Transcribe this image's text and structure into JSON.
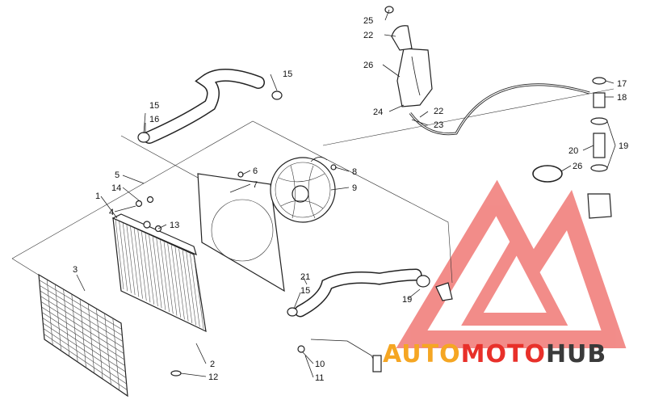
{
  "diagram": {
    "callouts": [
      {
        "id": "c25",
        "label": "25"
      },
      {
        "id": "c22a",
        "label": "22"
      },
      {
        "id": "c26a",
        "label": "26"
      },
      {
        "id": "c24",
        "label": "24"
      },
      {
        "id": "c22b",
        "label": "22"
      },
      {
        "id": "c23",
        "label": "23"
      },
      {
        "id": "c17",
        "label": "17"
      },
      {
        "id": "c18",
        "label": "18"
      },
      {
        "id": "c20",
        "label": "20"
      },
      {
        "id": "c19a",
        "label": "19"
      },
      {
        "id": "c26b",
        "label": "26"
      },
      {
        "id": "c15a",
        "label": "15"
      },
      {
        "id": "c15b",
        "label": "15"
      },
      {
        "id": "c16",
        "label": "16"
      },
      {
        "id": "c5",
        "label": "5"
      },
      {
        "id": "c14",
        "label": "14"
      },
      {
        "id": "c1",
        "label": "1"
      },
      {
        "id": "c4",
        "label": "4"
      },
      {
        "id": "c13",
        "label": "13"
      },
      {
        "id": "c6",
        "label": "6"
      },
      {
        "id": "c7",
        "label": "7"
      },
      {
        "id": "c8",
        "label": "8"
      },
      {
        "id": "c9",
        "label": "9"
      },
      {
        "id": "c3",
        "label": "3"
      },
      {
        "id": "c21",
        "label": "21"
      },
      {
        "id": "c15c",
        "label": "15"
      },
      {
        "id": "c19b",
        "label": "19"
      },
      {
        "id": "c2",
        "label": "2"
      },
      {
        "id": "c12",
        "label": "12"
      },
      {
        "id": "c10",
        "label": "10"
      },
      {
        "id": "c11",
        "label": "11"
      }
    ]
  },
  "watermark": {
    "part1": "AUTO",
    "part2": "MOTO",
    "part3": "HUB",
    "color_orange": "#f5a623",
    "color_red": "#e8302a",
    "color_gray": "#3a3a3a"
  }
}
